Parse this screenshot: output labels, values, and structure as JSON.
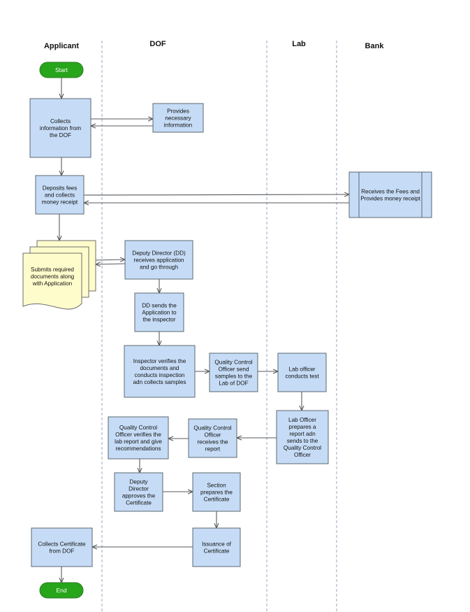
{
  "lanes": [
    {
      "id": "applicant",
      "label": "Applicant"
    },
    {
      "id": "dof",
      "label": "DOF"
    },
    {
      "id": "lab",
      "label": "Lab"
    },
    {
      "id": "bank",
      "label": "Bank"
    }
  ],
  "nodes": [
    {
      "id": "start",
      "kind": "terminal",
      "lines": [
        "Start"
      ]
    },
    {
      "id": "collects-info",
      "kind": "process",
      "lines": [
        "Collects",
        "information from",
        "the DOF"
      ]
    },
    {
      "id": "provides-info",
      "kind": "process",
      "lines": [
        "Provides",
        "necessary",
        "information"
      ]
    },
    {
      "id": "deposits-fees",
      "kind": "process",
      "lines": [
        "Deposits fees",
        "and collects",
        "money receipt"
      ]
    },
    {
      "id": "bank-receives",
      "kind": "predefined",
      "lines": [
        "Receives the Fees and",
        "Provides  money receipt"
      ]
    },
    {
      "id": "submits-docs",
      "kind": "documents",
      "lines": [
        "Submits required",
        "documents along",
        "with Application"
      ]
    },
    {
      "id": "dd-receives",
      "kind": "process",
      "lines": [
        "Deputy Director (DD)",
        "receives application",
        "and go through"
      ]
    },
    {
      "id": "dd-sends",
      "kind": "process",
      "lines": [
        "DD sends the",
        "Application to",
        "the inspector"
      ]
    },
    {
      "id": "inspector-verifies",
      "kind": "process",
      "lines": [
        "Inspector verifies the",
        "documents and",
        "conducts inspection",
        "adn collects samples"
      ]
    },
    {
      "id": "qco-sends",
      "kind": "process",
      "lines": [
        "Quality Control",
        "Officer send",
        "samples to the",
        "Lab of DOF"
      ]
    },
    {
      "id": "lab-test",
      "kind": "process",
      "lines": [
        "Lab officer",
        "conducts test"
      ]
    },
    {
      "id": "lab-report",
      "kind": "process",
      "lines": [
        "Lab Officer",
        "prepares a",
        "report adn",
        "sends to the",
        "Quality Control",
        "Officer"
      ]
    },
    {
      "id": "qco-receives",
      "kind": "process",
      "lines": [
        "Quality Control",
        "Officer",
        "receives the",
        "report"
      ]
    },
    {
      "id": "qco-verifies",
      "kind": "process",
      "lines": [
        "Quality Control",
        "Officer verifies the",
        "lab report and give",
        "recommendations"
      ]
    },
    {
      "id": "dd-approves",
      "kind": "process",
      "lines": [
        "Deputy",
        "Director",
        "approves the",
        "Certificate"
      ]
    },
    {
      "id": "section-prepares",
      "kind": "process",
      "lines": [
        "Section",
        "prepares the",
        "Certificate"
      ]
    },
    {
      "id": "issuance",
      "kind": "process",
      "lines": [
        "Issuance of",
        "Certificate"
      ]
    },
    {
      "id": "collects-cert",
      "kind": "process",
      "lines": [
        "Collects Certificate",
        "from DOF"
      ]
    },
    {
      "id": "end",
      "kind": "terminal",
      "lines": [
        "End"
      ]
    }
  ],
  "edges": [
    {
      "from": "start",
      "to": "collects-info"
    },
    {
      "from": "collects-info",
      "to": "provides-info"
    },
    {
      "from": "provides-info",
      "to": "collects-info"
    },
    {
      "from": "collects-info",
      "to": "deposits-fees"
    },
    {
      "from": "deposits-fees",
      "to": "bank-receives"
    },
    {
      "from": "bank-receives",
      "to": "deposits-fees"
    },
    {
      "from": "deposits-fees",
      "to": "submits-docs"
    },
    {
      "from": "submits-docs",
      "to": "dd-receives"
    },
    {
      "from": "dd-receives",
      "to": "submits-docs"
    },
    {
      "from": "dd-receives",
      "to": "dd-sends"
    },
    {
      "from": "dd-sends",
      "to": "inspector-verifies"
    },
    {
      "from": "inspector-verifies",
      "to": "qco-sends"
    },
    {
      "from": "qco-sends",
      "to": "lab-test"
    },
    {
      "from": "lab-test",
      "to": "lab-report"
    },
    {
      "from": "lab-report",
      "to": "qco-receives"
    },
    {
      "from": "qco-receives",
      "to": "qco-verifies"
    },
    {
      "from": "qco-verifies",
      "to": "dd-approves"
    },
    {
      "from": "dd-approves",
      "to": "section-prepares"
    },
    {
      "from": "section-prepares",
      "to": "issuance"
    },
    {
      "from": "issuance",
      "to": "collects-cert"
    },
    {
      "from": "collects-cert",
      "to": "end"
    }
  ],
  "colors": {
    "process_fill": "#c6dcf6",
    "document_fill": "#fffccc",
    "terminal_fill": "#27a51b",
    "lane_divider": "#9aa6bf",
    "connector": "#55595c"
  }
}
